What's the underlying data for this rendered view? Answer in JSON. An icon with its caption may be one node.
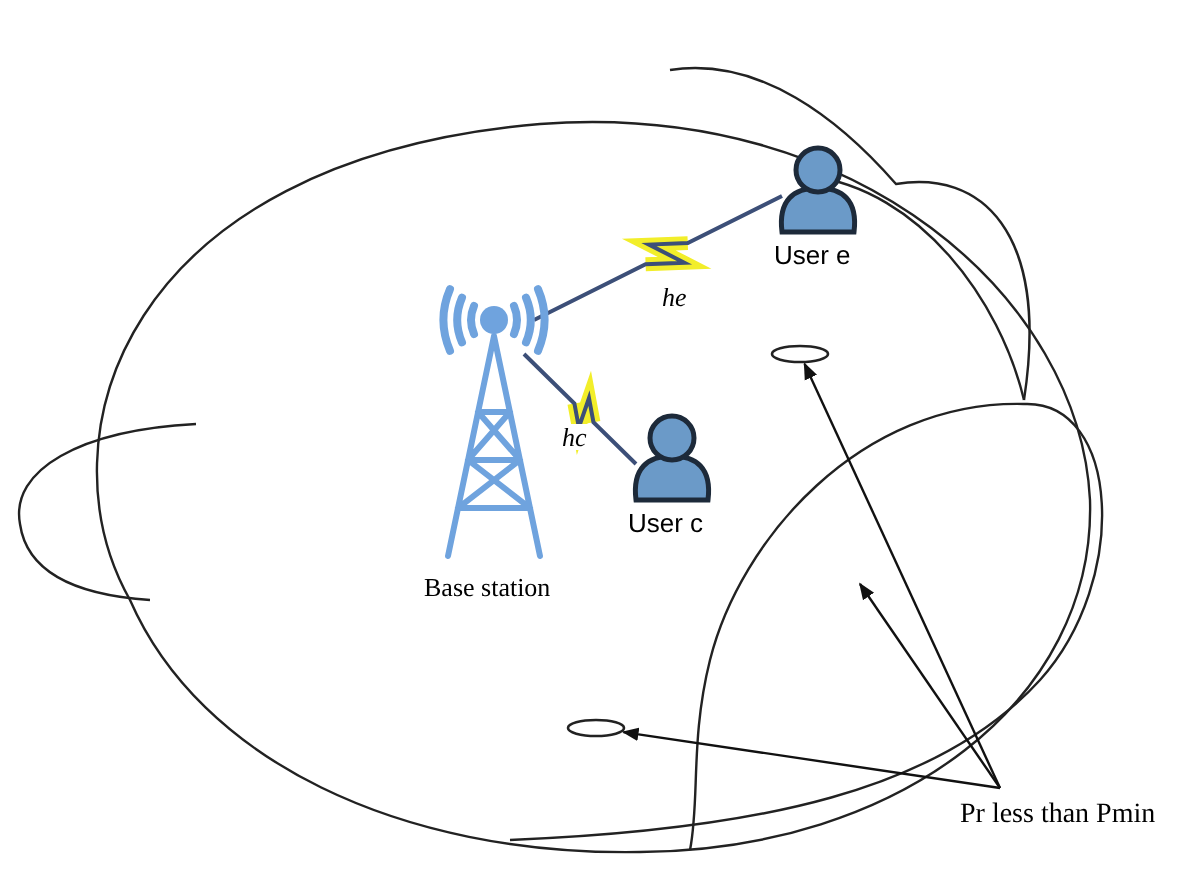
{
  "diagram": {
    "nodes": [
      {
        "text": [],
        "shape": "picture",
        "beside": [
          "Base station"
        ]
      },
      {
        "text": [],
        "shape": "person",
        "beside": [
          "User e"
        ]
      },
      {
        "text": [],
        "shape": "person",
        "beside": [
          "User c"
        ]
      },
      {
        "text": [],
        "shape": "ellipse"
      },
      {
        "text": [],
        "shape": "ellipse"
      },
      {
        "text": [
          "Pr less than Pmin"
        ]
      }
    ],
    "edges": [
      {
        "from": 0,
        "to": 1,
        "arrow": "none",
        "label": "he",
        "color": "#3c4f78"
      },
      {
        "from": 0,
        "to": 2,
        "arrow": "none",
        "label": "hc",
        "color": "#3c4f78"
      },
      {
        "from": 5,
        "to": 3,
        "arrow": "to"
      },
      {
        "from": 5,
        "to": null,
        "arrow": "to"
      },
      {
        "from": 5,
        "to": 4,
        "arrow": "to"
      }
    ]
  }
}
